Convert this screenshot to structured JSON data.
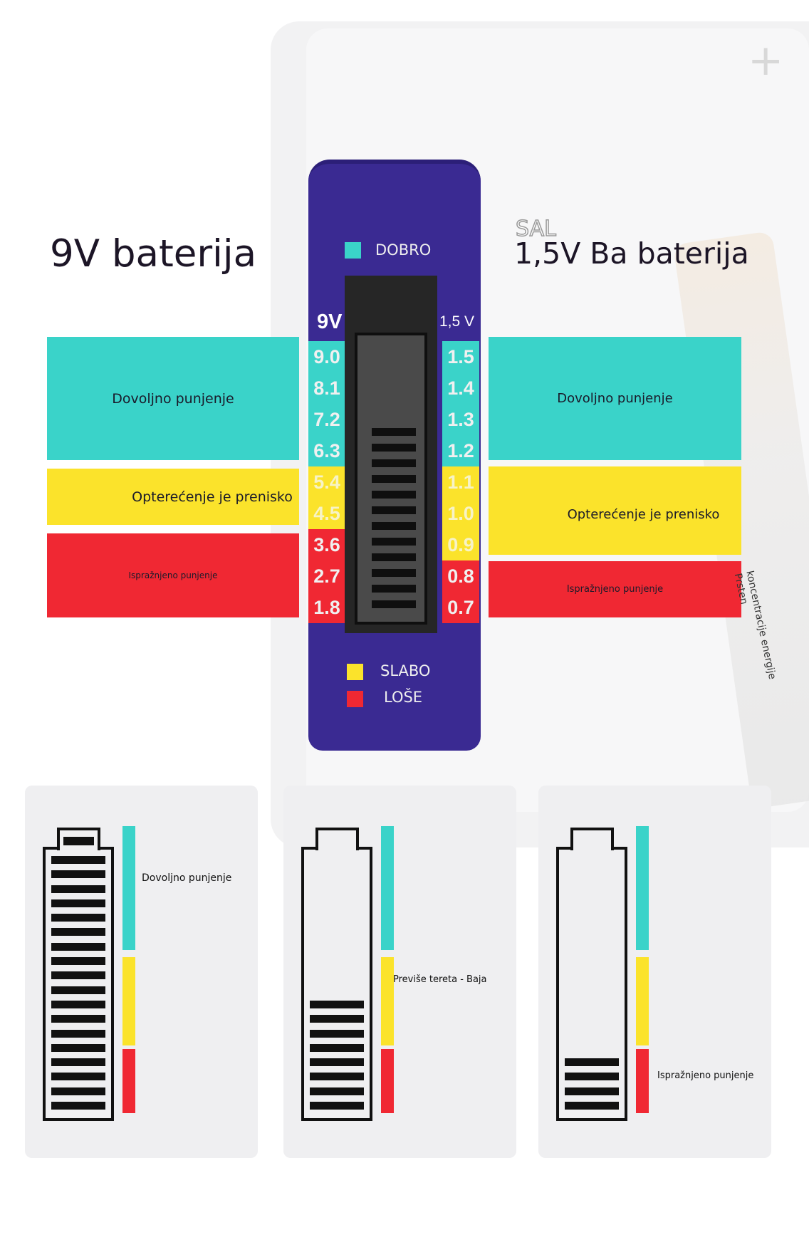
{
  "left_title": "9V baterija",
  "right_logo": "SAL",
  "right_title": "1,5V Ba baterija",
  "left_bands": {
    "good": "Dovoljno punjenje",
    "weak": "Opterećenje je prenisko",
    "bad": "Ispražnjeno punjenje"
  },
  "right_bands": {
    "good": "Dovoljno punjenje",
    "weak": "Opterećenje je prenisko",
    "bad": "Ispražnjeno punjenje"
  },
  "device": {
    "legend_good": "DOBRO",
    "legend_weak": "SLABO",
    "legend_bad": "LOŠE",
    "left_header": "9V",
    "right_header": "1,5 V",
    "left_scale": [
      "9.0",
      "8.1",
      "7.2",
      "6.3",
      "5.4",
      "4.5",
      "3.6",
      "2.7",
      "1.8"
    ],
    "right_scale": [
      "1.5",
      "1.4",
      "1.3",
      "1.2",
      "1.1",
      "1.0",
      "0.9",
      "0.8",
      "0.7"
    ],
    "lcd_bars": 12
  },
  "side_text": {
    "line1": "Prsten",
    "line2": "koncentracije energije"
  },
  "cards": [
    {
      "label": "Dovoljno punjenje",
      "filled_bars": 18,
      "cap_bar": true
    },
    {
      "label": "Previše tereta - Baja",
      "filled_bars": 8,
      "cap_bar": false
    },
    {
      "label": "Ispražnjeno punjenje",
      "filled_bars": 4,
      "cap_bar": false
    }
  ],
  "colors": {
    "good": "#3ad3c9",
    "weak": "#fbe32b",
    "bad": "#f02833",
    "device": "#3a2a92"
  }
}
